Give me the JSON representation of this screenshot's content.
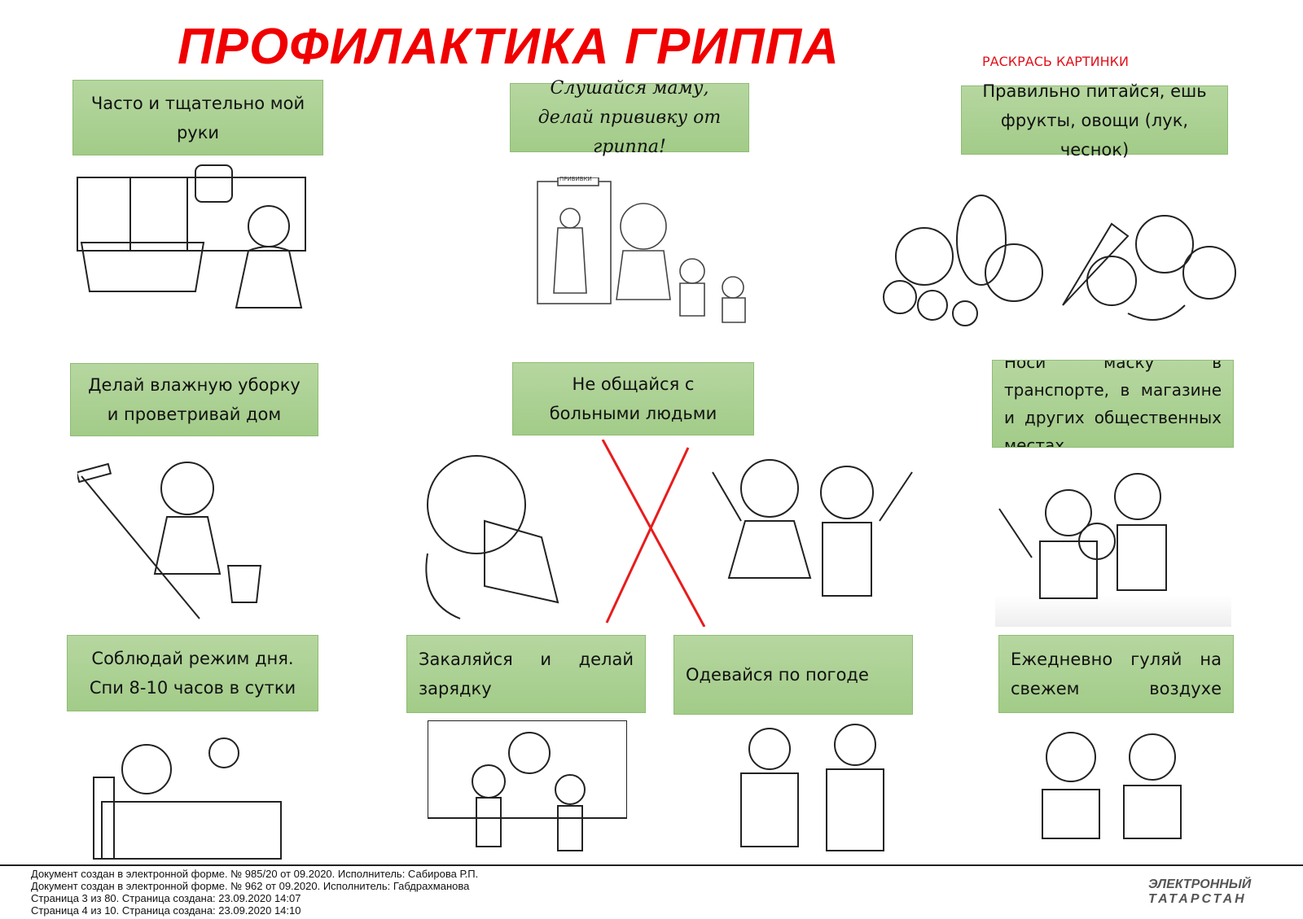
{
  "title": "ПРОФИЛАКТИКА ГРИППА",
  "hint": "РАСКРАСЬ КАРТИНКИ",
  "tips": [
    "Часто и тщательно мой руки",
    "Слушайся маму, делай прививку от гриппа!",
    "Правильно питайся, ешь фрукты, овощи (лук, чеснок)",
    "Делай влажную уборку и проветривай дом",
    "Не общайся с больными людьми",
    "Носи маску в транспорте, в магазине и других общественных местах",
    "Соблюдай режим дня. Спи 8-10 часов в сутки",
    "Закаляйся и делай зарядку",
    "Одевайся по погоде",
    "Ежедневно гуляй на свежем воздухе"
  ],
  "sign_label": "ПРИВИВКИ",
  "footer": {
    "line1a": "Документ создан в электронной форме. № 985/20 от 09.2020. Исполнитель: Сабирова Р.П.",
    "line1b": "Документ создан в электронной форме. № 962 от 09.2020. Исполнитель: Габдрахманова",
    "line2a": "Страница 3 из 80. Страница создана: 23.09.2020 14:07",
    "line2b": "Страница 4 из 10. Страница создана: 23.09.2020 14:10"
  },
  "logo": {
    "line1": "ЭЛЕКТРОННЫЙ",
    "line2": "ТАТАРСТАН"
  }
}
